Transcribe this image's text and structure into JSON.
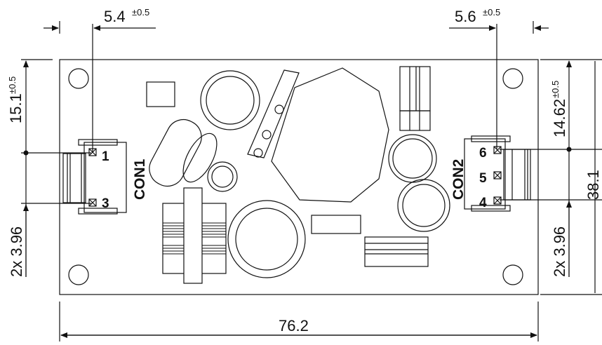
{
  "dimensions": {
    "con1_offset": {
      "value": "5.4",
      "tolerance": "±0.5"
    },
    "con2_offset": {
      "value": "5.6",
      "tolerance": "±0.5"
    },
    "left_vertical": {
      "value": "15.1",
      "tolerance": "±0.5"
    },
    "right_vertical": {
      "value": "14.62",
      "tolerance": "±0.5"
    },
    "left_pitch": "2x 3.96",
    "right_pitch": "2x 3.96",
    "board_height": "38.1",
    "board_width": "76.2"
  },
  "connectors": {
    "con1": {
      "label": "CON1",
      "pins": [
        "1",
        "3"
      ]
    },
    "con2": {
      "label": "CON2",
      "pins": [
        "6",
        "5",
        "4"
      ]
    }
  },
  "colors": {
    "line": "#111111",
    "background": "#ffffff"
  }
}
